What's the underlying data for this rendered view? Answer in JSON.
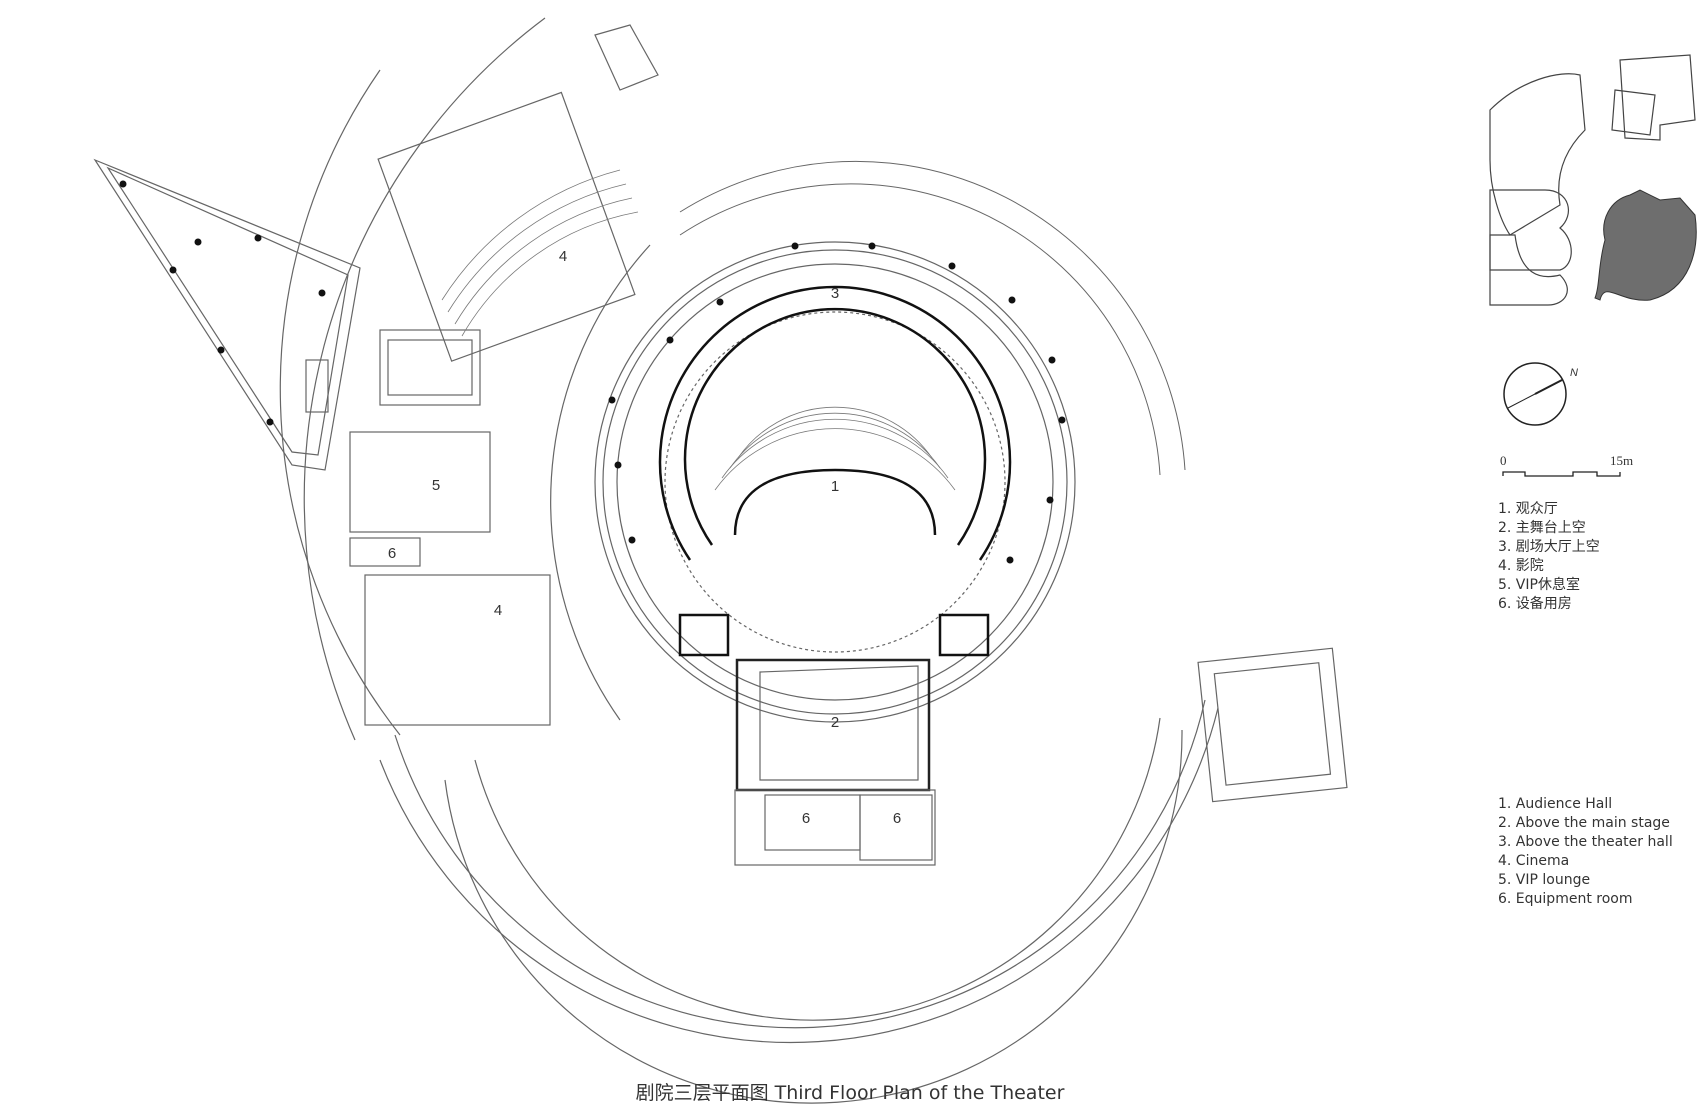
{
  "room_labels": {
    "audience_hall": "1",
    "main_stage": "2",
    "theater_hall": "3",
    "cinema_upper": "4",
    "cinema_lower": "4",
    "vip_lounge": "5",
    "equipment_left": "6",
    "equipment_bottom_a": "6",
    "equipment_bottom_b": "6"
  },
  "scale_bar": {
    "start": "0",
    "end": "15m"
  },
  "north_arrow": {
    "letter": "N",
    "icon": "north-arrow-icon"
  },
  "legend_zh": [
    "1. 观众厅",
    "2. 主舞台上空",
    "3. 剧场大厅上空",
    "4. 影院",
    "5. VIP休息室",
    "6. 设备用房"
  ],
  "legend_en": [
    "1. Audience Hall",
    "2. Above the main stage",
    "3. Above the theater hall",
    "4. Cinema",
    "5. VIP lounge",
    "6. Equipment room"
  ],
  "caption": "剧院三层平面图 Third Floor Plan of the Theater",
  "colors": {
    "line": "#555555",
    "fill_key": "#6e6e6e",
    "background": "#ffffff"
  }
}
